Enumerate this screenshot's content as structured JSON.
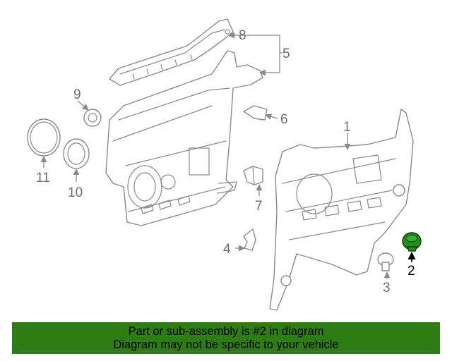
{
  "colors": {
    "banner": "#2e7d14",
    "highlight": "#1f8f1f",
    "line": "#8a8a8a"
  },
  "callouts": {
    "c1": "1",
    "c2": "2",
    "c3": "3",
    "c4": "4",
    "c5": "5",
    "c6": "6",
    "c7": "7",
    "c8": "8",
    "c9": "9",
    "c10": "10",
    "c11": "11"
  },
  "banner": {
    "line1": "Part or sub-assembly is #2 in diagram",
    "line2": "Diagram may not be specific to your vehicle"
  }
}
